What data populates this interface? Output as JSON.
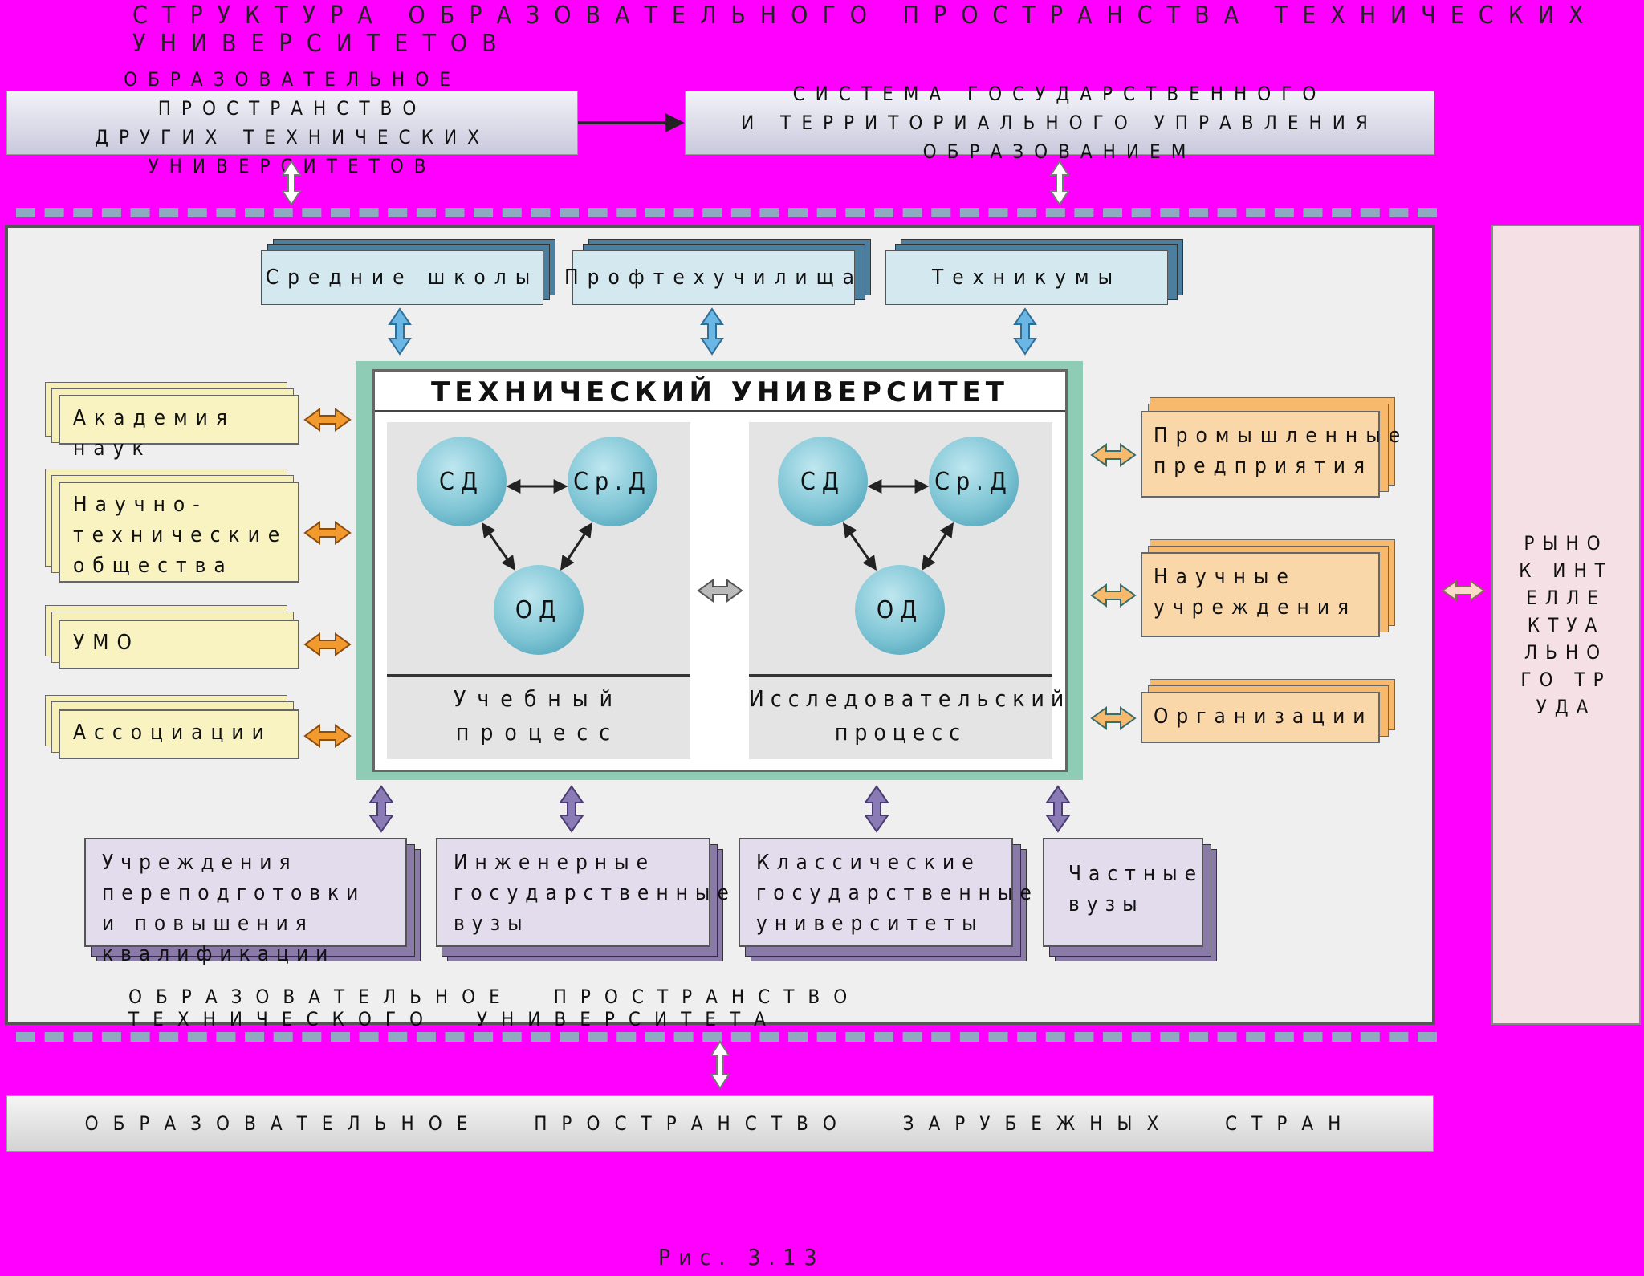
{
  "title": "СТРУКТУРА ОБРАЗОВАТЕЛЬНОГО ПРОСТРАНСТВА ТЕХНИЧЕСКИХ УНИВЕРСИТЕТОВ",
  "top": {
    "left_line1": "ОБРАЗОВАТЕЛЬНОЕ ПРОСТРАНСТВО",
    "left_line2": "ДРУГИХ ТЕХНИЧЕСКИХ УНИВЕРСИТЕТОВ",
    "right_line1": "СИСТЕМА ГОСУДАРСТВЕННОГО",
    "right_line2": "И ТЕРРИТОРИАЛЬНОГО УПРАВЛЕНИЯ ОБРАЗОВАНИЕМ"
  },
  "upper_row": [
    "Средние школы",
    "Профтехучилища",
    "Техникумы"
  ],
  "left_column": [
    {
      "label": "Академия наук"
    },
    {
      "label": "Научно-технические общества"
    },
    {
      "label": "УМО"
    },
    {
      "label": "Ассоциации"
    }
  ],
  "right_column": [
    {
      "label": "Промышленные предприятия"
    },
    {
      "label": "Научные учреждения"
    },
    {
      "label": "Организации"
    }
  ],
  "university": {
    "title": "ТЕХНИЧЕСКИЙ УНИВЕРСИТЕТ",
    "nodes": {
      "sd": "СД",
      "srd": "Ср.Д",
      "od": "ОД"
    },
    "left_process_line1": "Учебный",
    "left_process_line2": "процесс",
    "right_process_line1": "Исследовательский",
    "right_process_line2": "процесс"
  },
  "lower_row": [
    {
      "label": "Учреждения переподготовки и повышения квалификации"
    },
    {
      "label": "Инженерные государственные вузы"
    },
    {
      "label": "Классические государственные университеты"
    },
    {
      "label": "Частные вузы"
    }
  ],
  "market": "РЫНОК ИНТЕЛЛЕКТУАЛЬНОГО ТРУДА",
  "panel_caption": "ОБРАЗОВАТЕЛЬНОЕ ПРОСТРАНСТВО ТЕХНИЧЕСКОГО УНИВЕРСИТЕТА",
  "bottom": "ОБРАЗОВАТЕЛЬНОЕ ПРОСТРАНСТВО ЗАРУБЕЖНЫХ СТРАН",
  "figure_caption": "Рис. 3.13",
  "colors": {
    "background": "#ff00ff",
    "uni_frame": "#8fccb6",
    "blue_arrow": "#5aa8d8",
    "orange_arrow": "#f08a20",
    "purple_arrow": "#7a6aa0"
  }
}
